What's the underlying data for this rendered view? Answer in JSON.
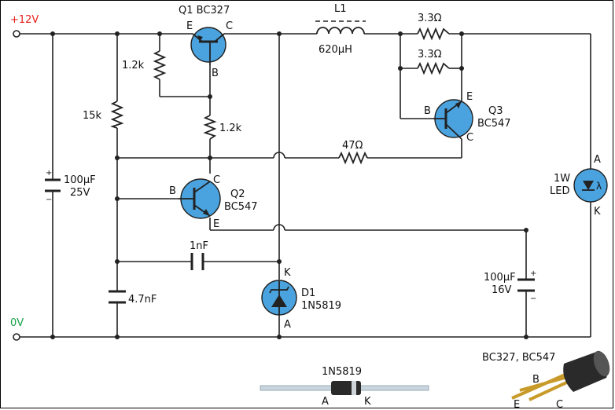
{
  "rails": {
    "positive": "+12V",
    "ground": "0V",
    "positive_color": "#e8201e",
    "ground_color": "#15a048"
  },
  "components": {
    "q1": "Q1 BC327",
    "q2_id": "Q2",
    "q2_type": "BC547",
    "q3_id": "Q3",
    "q3_type": "BC547",
    "l1_id": "L1",
    "l1_value": "620µH",
    "r_q1_be": "1.2k",
    "r_q1_base": "1.2k",
    "r_15k": "15k",
    "r_sense1": "3.3Ω",
    "r_sense2": "3.3Ω",
    "r_47": "47Ω",
    "c1_value": "100µF",
    "c1_voltage": "25V",
    "c_1nf": "1nF",
    "c_47nf": "4.7nF",
    "c2_value": "100µF",
    "c2_voltage": "16V",
    "d1_id": "D1",
    "d1_type": "1N5819",
    "led_power": "1W",
    "led_type": "LED",
    "led_lambda": "λ"
  },
  "pins": {
    "e": "E",
    "c": "C",
    "b": "B",
    "a": "A",
    "k": "K",
    "plus": "+",
    "minus": "−"
  },
  "packages": {
    "diode_title": "1N5819",
    "diode_a": "A",
    "diode_k": "K",
    "transistor_title": "BC327, BC547",
    "tr_b": "B",
    "tr_e": "E",
    "tr_c": "C"
  },
  "colors": {
    "transistor_body": "#4aa3df",
    "wire": "#222222"
  }
}
